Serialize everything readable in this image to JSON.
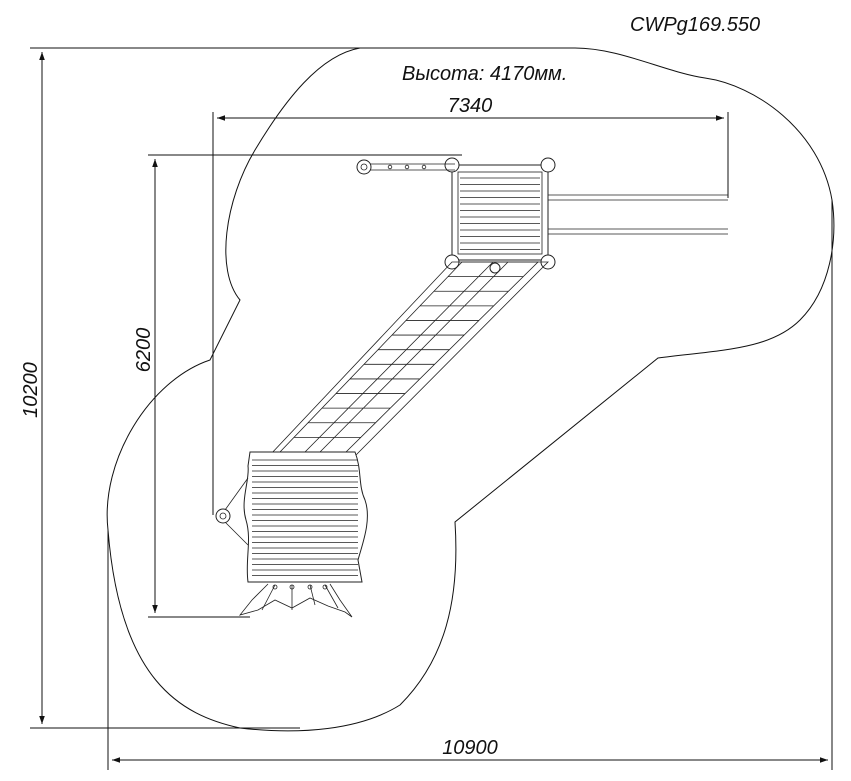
{
  "model_code": "CWPg169.550",
  "height_note": "Высота: 4170мм.",
  "dimensions": {
    "overall_width": "10900",
    "overall_height": "10200",
    "structure_width": "7340",
    "structure_height": "6200"
  }
}
